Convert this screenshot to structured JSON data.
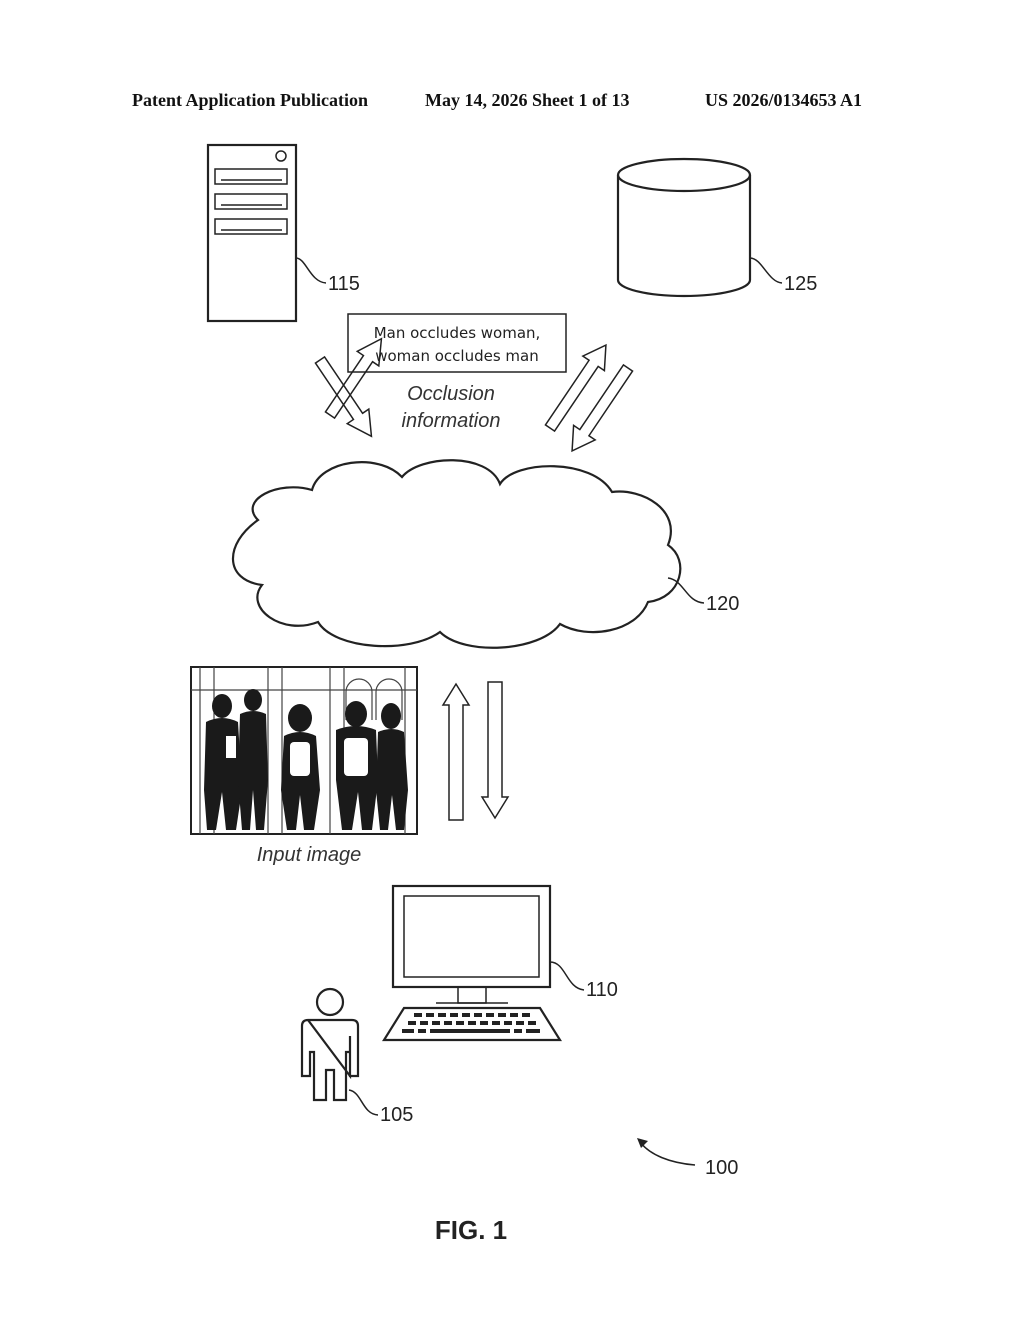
{
  "header": {
    "publication": "Patent Application Publication",
    "date_sheet": "May 14, 2026  Sheet 1 of 13",
    "number": "US 2026/0134653 A1"
  },
  "figure": {
    "occlusion_box": {
      "line1": "Man occludes woman,",
      "line2": "woman occludes man"
    },
    "occlusion_caption": {
      "line1": "Occlusion",
      "line2": "information"
    },
    "input_image_caption": "Input image",
    "refs": {
      "user": "105",
      "user_device": "110",
      "server": "115",
      "cloud": "120",
      "database": "125",
      "system": "100"
    },
    "label": "FIG. 1"
  }
}
